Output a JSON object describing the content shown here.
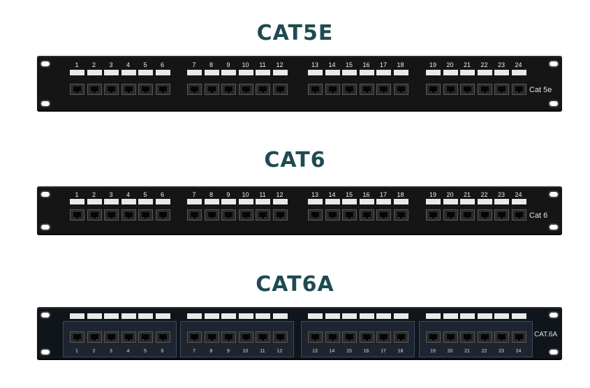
{
  "titles": [
    "CAT5E",
    "CAT6",
    "CAT6A"
  ],
  "panels": [
    {
      "name": "cat5e",
      "brand_label": "Cat 5e",
      "port_numbers": [
        "1",
        "2",
        "3",
        "4",
        "5",
        "6",
        "7",
        "8",
        "9",
        "10",
        "11",
        "12",
        "13",
        "14",
        "15",
        "16",
        "17",
        "18",
        "19",
        "20",
        "21",
        "22",
        "23",
        "24"
      ],
      "body_color": "#151515"
    },
    {
      "name": "cat6",
      "brand_label": "Cat 6",
      "port_numbers": [
        "1",
        "2",
        "3",
        "4",
        "5",
        "6",
        "7",
        "8",
        "9",
        "10",
        "11",
        "12",
        "13",
        "14",
        "15",
        "16",
        "17",
        "18",
        "19",
        "20",
        "21",
        "22",
        "23",
        "24"
      ],
      "body_color": "#151515"
    },
    {
      "name": "cat6a",
      "brand_label": "CAT.6A",
      "port_numbers": [
        "1",
        "2",
        "3",
        "4",
        "5",
        "6",
        "7",
        "8",
        "9",
        "10",
        "11",
        "12",
        "13",
        "14",
        "15",
        "16",
        "17",
        "18",
        "19",
        "20",
        "21",
        "22",
        "23",
        "24"
      ],
      "body_color": "#10151c"
    }
  ]
}
